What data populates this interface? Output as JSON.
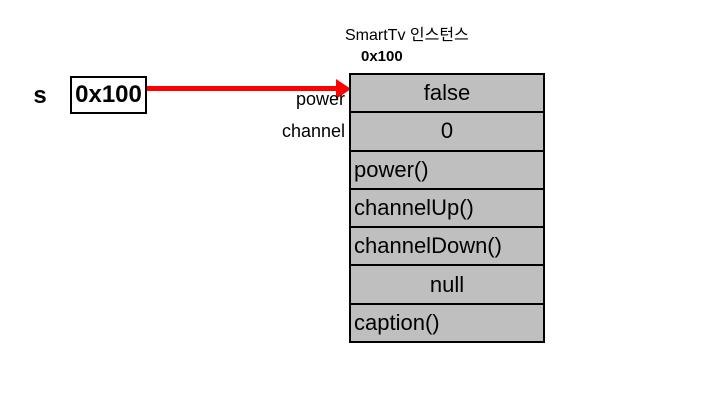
{
  "diagram": {
    "variable": {
      "name": "s",
      "value": "0x100"
    },
    "arrow": {
      "type": "right-arrow",
      "color": "#FF0000"
    },
    "instance": {
      "title": "SmartTv 인스턴스",
      "address": "0x100",
      "field_labels": [
        "power",
        "channel"
      ],
      "rows": [
        {
          "text": "false",
          "align": "center"
        },
        {
          "text": "0",
          "align": "center"
        },
        {
          "text": "power()",
          "align": "left"
        },
        {
          "text": "channelUp()",
          "align": "left"
        },
        {
          "text": "channelDown()",
          "align": "left"
        },
        {
          "text": "null",
          "align": "center"
        },
        {
          "text": "caption()",
          "align": "left"
        }
      ],
      "cell_fill": "#BFBFBF",
      "border_color": "#000000"
    }
  }
}
